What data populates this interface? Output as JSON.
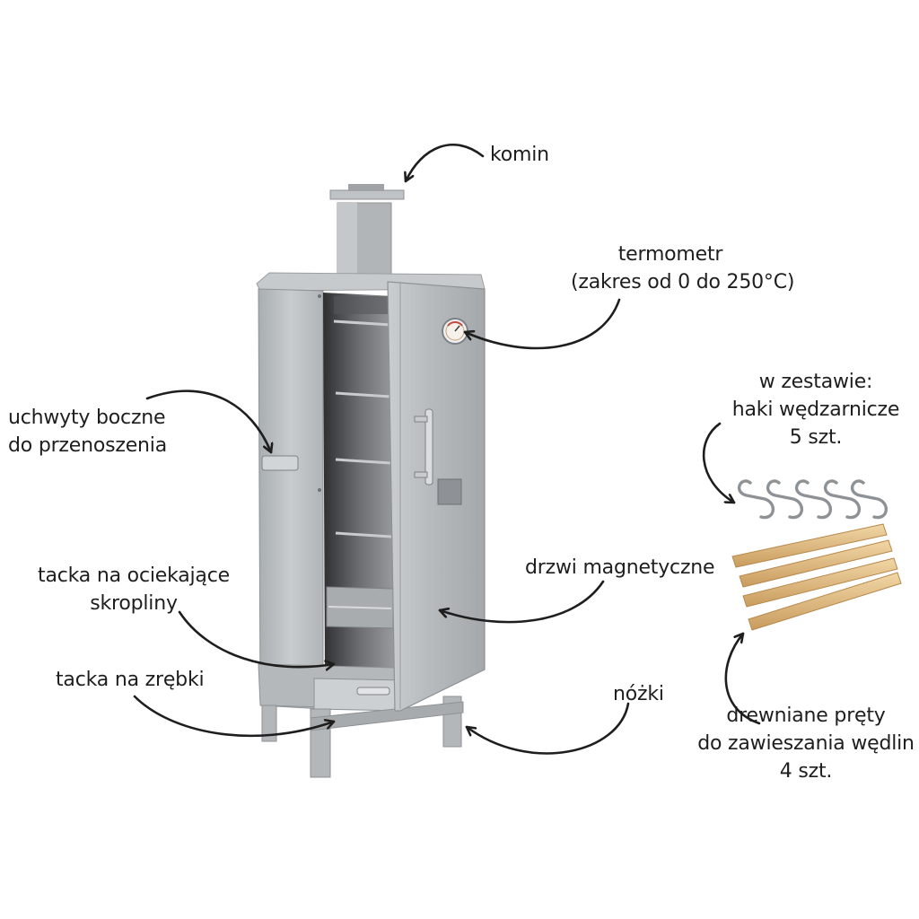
{
  "labels": {
    "komin": "komin",
    "termometr_line1": "termometr",
    "termometr_line2": "(zakres od 0 do 250°C)",
    "uchwyty_line1": "uchwyty boczne",
    "uchwyty_line2": "do przenoszenia",
    "zestaw_line1": "w zestawie:",
    "zestaw_line2": "haki wędzarnicze",
    "zestaw_line3": "5 szt.",
    "tacka_skropliny_line1": "tacka na ociekające",
    "tacka_skropliny_line2": "skropliny",
    "drzwi": "drzwi magnetyczne",
    "tacka_zrebki": "tacka na zrębki",
    "nozki": "nóżki",
    "prety_line1": "drewniane pręty",
    "prety_line2": "do zawieszania wędlin",
    "prety_line3": "4 szt."
  },
  "colors": {
    "annotation": "#1e1e1e",
    "steel": "#b9bdc0",
    "steel_dark": "#8d9296",
    "wood": "#e2c088"
  }
}
